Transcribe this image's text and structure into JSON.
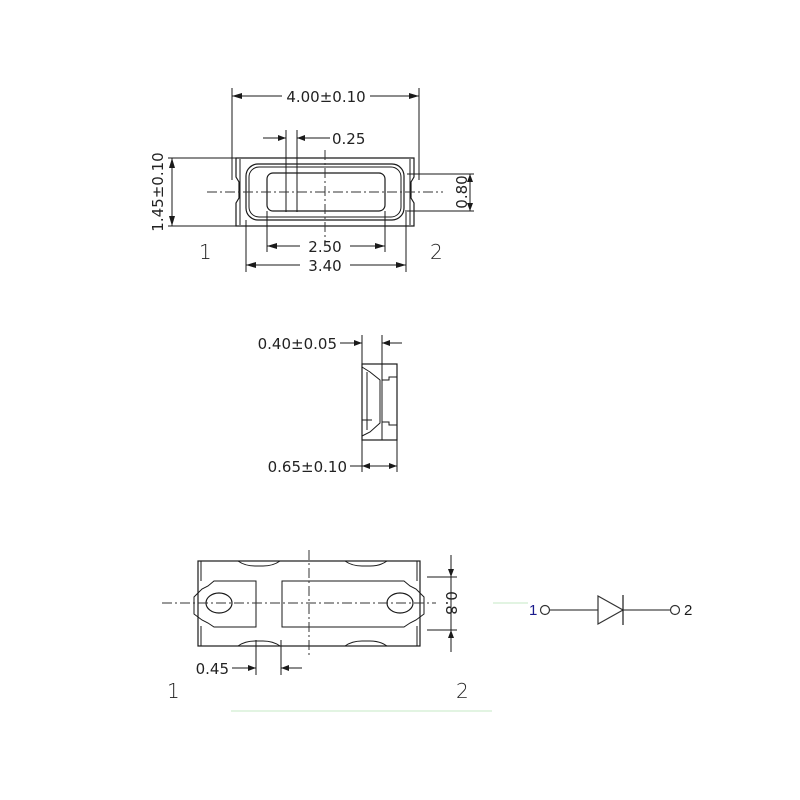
{
  "top_view": {
    "overall_length": "4.00±0.10",
    "overall_height": "1.45±0.10",
    "slot_width": "0.25",
    "window_height": "0.80",
    "window_length": "2.50",
    "body_length": "3.40",
    "pin1_label": "1",
    "pin2_label": "2"
  },
  "side_view": {
    "top_thickness": "0.40±0.05",
    "bottom_thickness": "0.65±0.10"
  },
  "bottom_view": {
    "pad_gap": "0.45",
    "pad_height": "0.8",
    "pin1_label": "1",
    "pin2_label": "2"
  },
  "schematic": {
    "symbol": "diode",
    "anode_label": "1",
    "cathode_label": "2",
    "anode_color": "#1a1a8c",
    "cathode_color": "#1a1a1a"
  }
}
